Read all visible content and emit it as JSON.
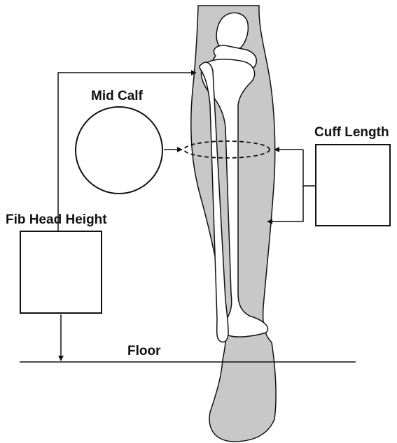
{
  "labels": {
    "mid_calf": "Mid Calf",
    "cuff_length": "Cuff Length",
    "fib_head_height": "Fib Head Height",
    "floor": "Floor"
  },
  "colors": {
    "skin": "#c8c8c8",
    "outline": "#111111",
    "bone": "#ffffff",
    "background": "#ffffff"
  }
}
